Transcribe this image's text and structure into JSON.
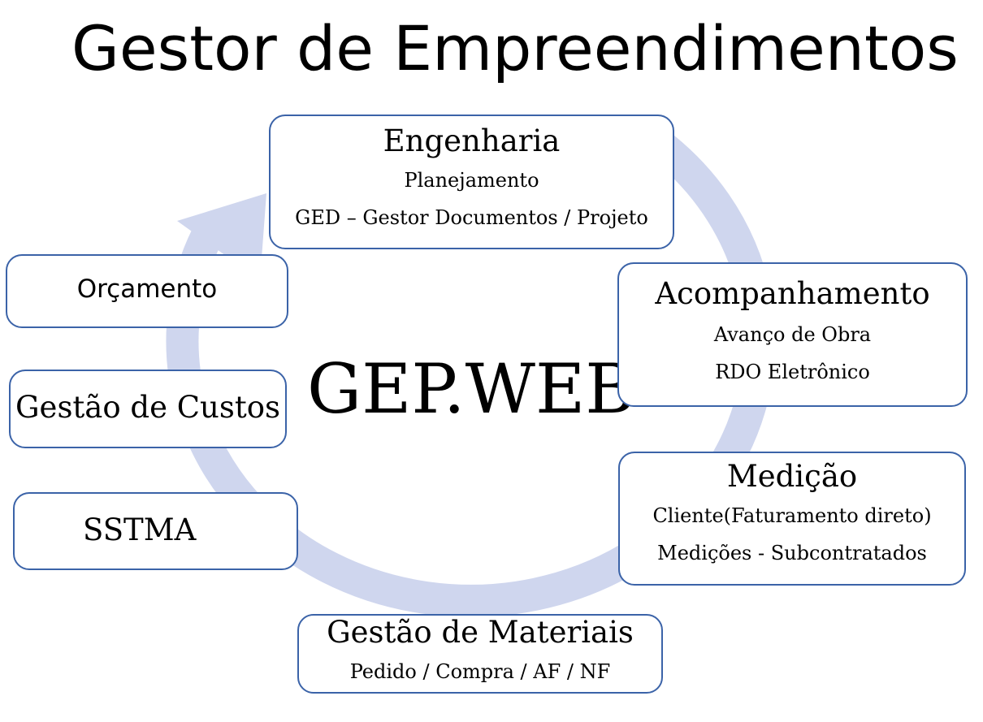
{
  "title": "Gestor de Empreendimentos",
  "center_label": "GEP.WEB",
  "colors": {
    "box_border": "#3b63a8",
    "cycle_arrow": "#cfd6ee",
    "text": "#000000"
  },
  "boxes": {
    "engenharia": {
      "heading": "Engenharia",
      "lines": [
        "Planejamento",
        "GED – Gestor Documentos / Projeto"
      ]
    },
    "acompanhamento": {
      "heading": "Acompanhamento",
      "lines": [
        "Avanço de Obra",
        "RDO Eletrônico"
      ]
    },
    "medicao": {
      "heading": "Medição",
      "lines": [
        "Cliente(Faturamento direto)",
        "Medições - Subcontratados"
      ]
    },
    "gestao_materiais": {
      "heading": "Gestão de Materiais",
      "lines": [
        "Pedido / Compra / AF / NF"
      ]
    },
    "sstma": {
      "heading": "SSTMA"
    },
    "gestao_custos": {
      "heading": "Gestão de Custos"
    },
    "orcamento": {
      "heading": "Orçamento"
    }
  }
}
